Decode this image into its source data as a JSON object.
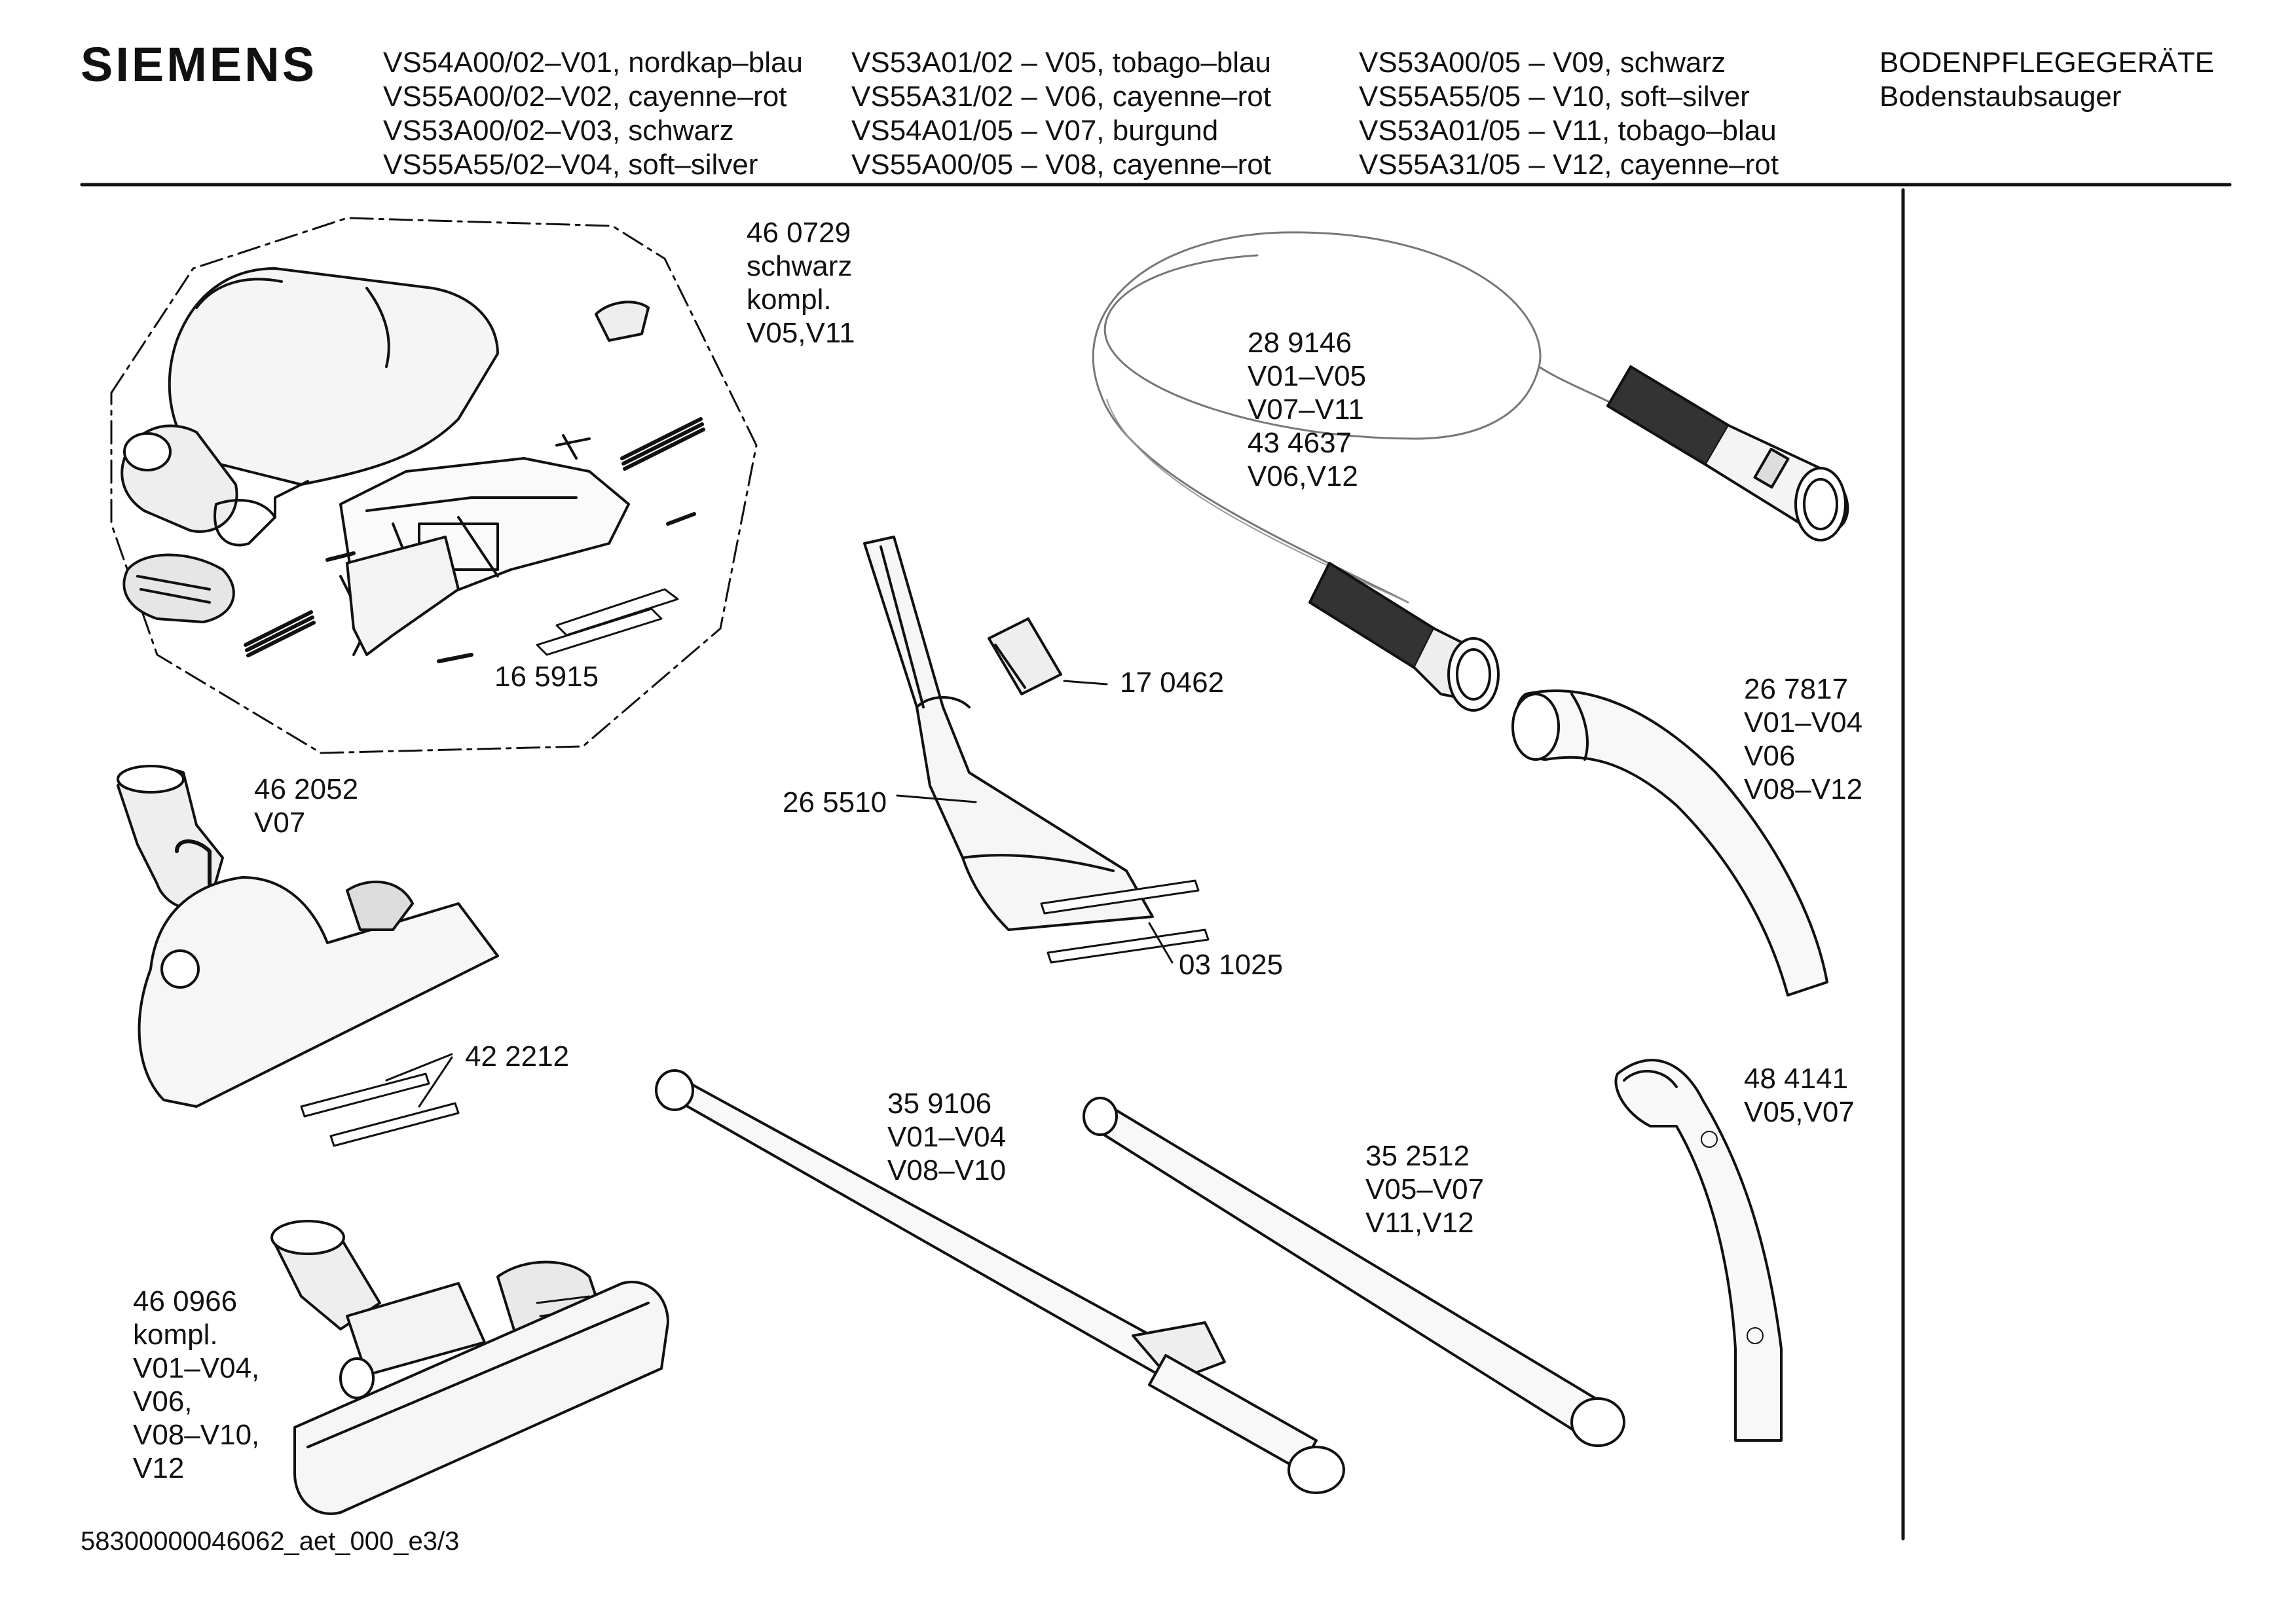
{
  "header": {
    "brand": "SIEMENS",
    "model_columns": [
      [
        "VS54A00/02–V01, nordkap–blau",
        "VS55A00/02–V02, cayenne–rot",
        "VS53A00/02–V03, schwarz",
        "VS55A55/02–V04, soft–silver"
      ],
      [
        "VS53A01/02 – V05,  tobago–blau",
        "VS55A31/02 – V06,  cayenne–rot",
        "VS54A01/05 – V07,  burgund",
        "VS55A00/05 – V08,  cayenne–rot"
      ],
      [
        "VS53A00/05 – V09, schwarz",
        "VS55A55/05 – V10, soft–silver",
        "VS53A01/05 – V11, tobago–blau",
        "VS55A31/05 – V12, cayenne–rot"
      ]
    ],
    "category": [
      "BODENPFLEGEGERÄTE",
      "Bodenstaubsauger"
    ]
  },
  "parts": {
    "p460729": [
      "46 0729",
      "schwarz",
      "kompl.",
      "V05,V11"
    ],
    "p165915": [
      "16 5915"
    ],
    "p289146": [
      "28 9146",
      "V01–V05",
      "V07–V11",
      "43 4637",
      "V06,V12"
    ],
    "p170462": [
      "17 0462"
    ],
    "p265510": [
      "26 5510"
    ],
    "p267817": [
      "26 7817",
      "V01–V04",
      "V06",
      "V08–V12"
    ],
    "p462052": [
      "46 2052",
      "V07"
    ],
    "p031025": [
      "03 1025"
    ],
    "p422212": [
      "42 2212"
    ],
    "p359106": [
      "35 9106",
      "V01–V04",
      "V08–V10"
    ],
    "p352512": [
      "35 2512",
      "V05–V07",
      "V11,V12"
    ],
    "p484141": [
      "48 4141",
      "V05,V07"
    ],
    "p460966": [
      "46 0966",
      "kompl.",
      "V01–V04,",
      "V06,",
      "V08–V10,",
      "V12"
    ]
  },
  "footer": "58300000046062_aet_000_e3/3"
}
